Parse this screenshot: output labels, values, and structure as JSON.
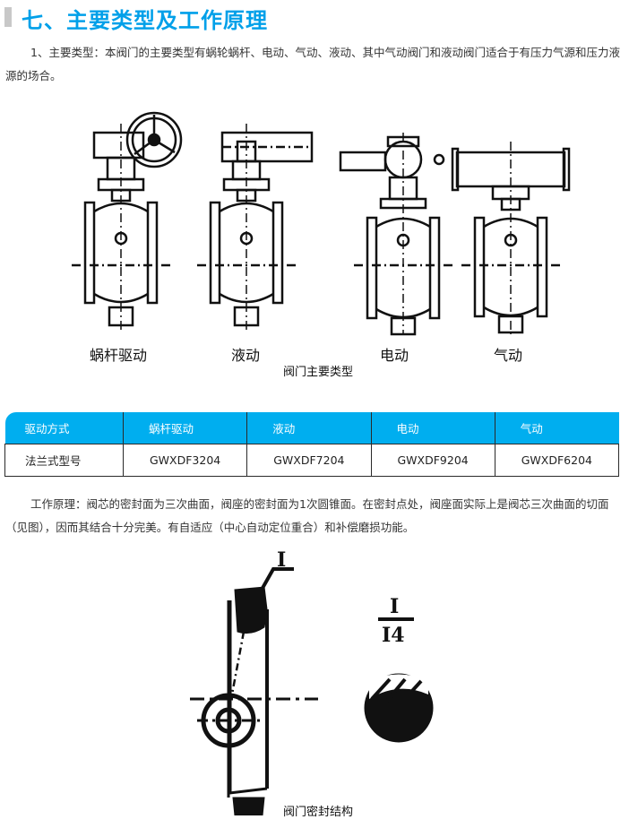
{
  "header": {
    "title": "七、主要类型及工作原理"
  },
  "intro": {
    "text": "1、主要类型：本阀门的主要类型有蜗轮蜗杆、电动、气动、液动、其中气动阀门和液动阀门适合于有压力气源和压力液源的场合。"
  },
  "types_figure": {
    "labels": [
      "蜗杆驱动",
      "液动",
      "电动",
      "气动"
    ],
    "caption": "阀门主要类型"
  },
  "table": {
    "headers": [
      "驱动方式",
      "蜗杆驱动",
      "液动",
      "电动",
      "气动"
    ],
    "rows": [
      [
        "法兰式型号",
        "GWXDF3204",
        "GWXDF7204",
        "GWXDF9204",
        "GWXDF6204"
      ]
    ],
    "header_color": "#00aeef"
  },
  "principle": {
    "text": "工作原理：阀芯的密封面为三次曲面，阀座的密封面为1次圆锥面。在密封点处，阀座面实际上是阀芯三次曲面的切面（见图），因而其结合十分完美。有自适应（中心自动定位重合）和补偿磨损功能。"
  },
  "seal_figure": {
    "caption": "阀门密封结构",
    "callout": "I",
    "detail_top": "I",
    "detail_bottom": "I4"
  },
  "colors": {
    "accent": "#00a0e9"
  }
}
